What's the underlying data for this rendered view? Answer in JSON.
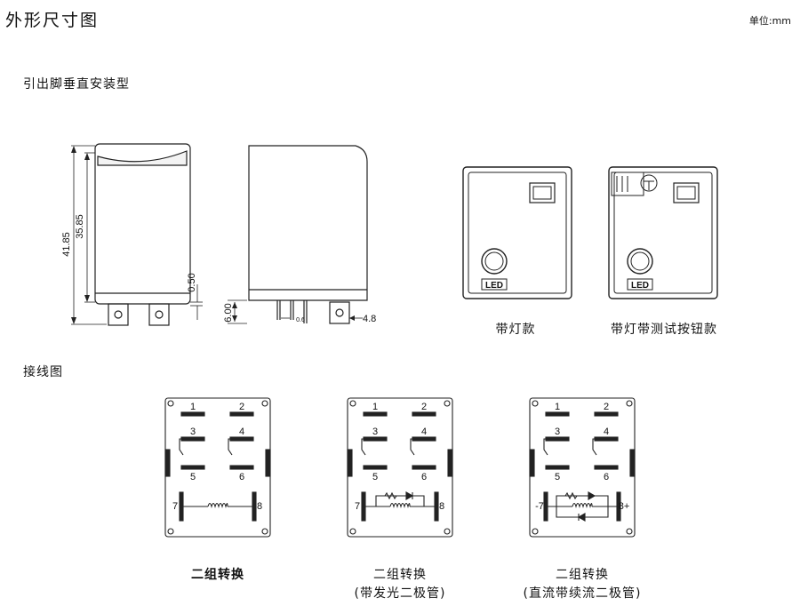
{
  "header": {
    "title": "外形尺寸图",
    "unit": "单位:mm"
  },
  "outline": {
    "section_title": "引出脚垂直安装型",
    "dims": {
      "overall_height": "41.85",
      "body_height": "35.85",
      "standoff": "0.50",
      "pin_length": "6.00",
      "pin_spacing": "0.6",
      "pin_width": "4.8"
    },
    "variants": [
      {
        "caption": "带灯款",
        "led_label": "LED"
      },
      {
        "caption": "带灯带测试按钮款",
        "led_label": "LED"
      }
    ]
  },
  "wiring": {
    "section_title": "接线图",
    "diagrams": [
      {
        "caption_line1": "二组转换",
        "caption_line2": "",
        "pins": [
          "1",
          "2",
          "3",
          "4",
          "5",
          "6",
          "7",
          "8"
        ]
      },
      {
        "caption_line1": "二组转换",
        "caption_line2": "(带发光二极管)",
        "pins": [
          "1",
          "2",
          "3",
          "4",
          "5",
          "6",
          "7",
          "8"
        ]
      },
      {
        "caption_line1": "二组转换",
        "caption_line2": "(直流带续流二极管)",
        "pins": [
          "1",
          "2",
          "3",
          "4",
          "5",
          "6",
          "-7",
          "8+"
        ]
      }
    ]
  }
}
